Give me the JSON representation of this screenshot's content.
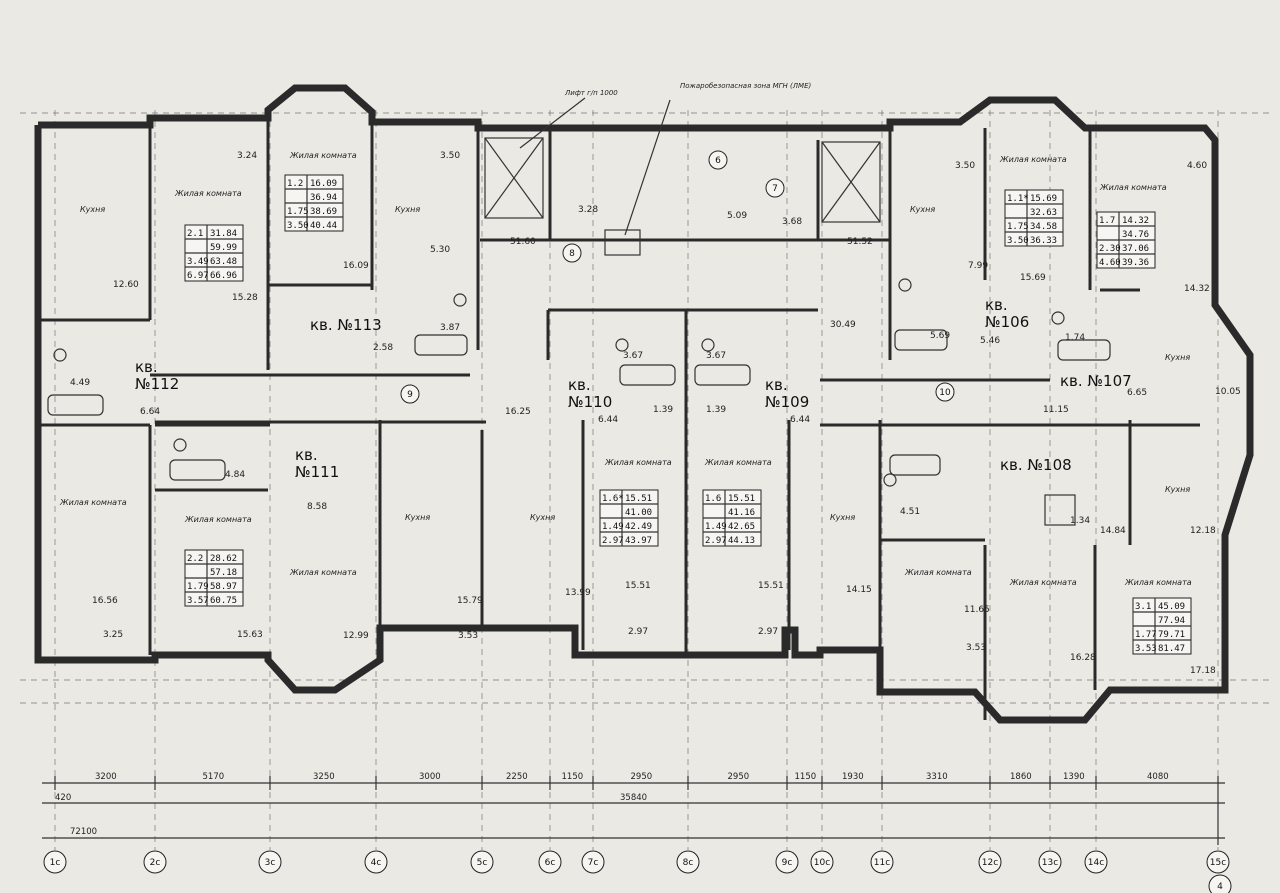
{
  "plan": {
    "apartments": [
      {
        "key": "a112",
        "label": "кв.\n№112"
      },
      {
        "key": "a113",
        "label": "кв. №113"
      },
      {
        "key": "a111",
        "label": "кв.\n№111"
      },
      {
        "key": "a110",
        "label": "кв.\n№110"
      },
      {
        "key": "a109",
        "label": "кв.\n№109"
      },
      {
        "key": "a106",
        "label": "кв.\n№106"
      },
      {
        "key": "a107",
        "label": "кв. №107"
      },
      {
        "key": "a108",
        "label": "кв. №108"
      }
    ],
    "room_labels": {
      "kitchen": "Кухня",
      "living": "Жилая комната"
    },
    "tables": [
      {
        "key": "t21",
        "rows": [
          [
            "2.1",
            "31.84"
          ],
          [
            "",
            "59.99"
          ],
          [
            "3.49",
            "63.48"
          ],
          [
            "6.97",
            "66.96"
          ]
        ]
      },
      {
        "key": "t12",
        "rows": [
          [
            "1.2",
            "16.09"
          ],
          [
            "",
            "36.94"
          ],
          [
            "1.75",
            "38.69"
          ],
          [
            "3.50",
            "40.44"
          ]
        ]
      },
      {
        "key": "t11",
        "rows": [
          [
            "1.1*",
            "15.69"
          ],
          [
            "",
            "32.63"
          ],
          [
            "1.75",
            "34.58"
          ],
          [
            "3.50",
            "36.33"
          ]
        ]
      },
      {
        "key": "t17",
        "rows": [
          [
            "1.7",
            "14.32"
          ],
          [
            "",
            "34.76"
          ],
          [
            "2.30",
            "37.06"
          ],
          [
            "4.60",
            "39.36"
          ]
        ]
      },
      {
        "key": "t22",
        "rows": [
          [
            "2.2",
            "28.62"
          ],
          [
            "",
            "57.18"
          ],
          [
            "1.79",
            "58.97"
          ],
          [
            "3.57",
            "60.75"
          ]
        ]
      },
      {
        "key": "t16s",
        "rows": [
          [
            "1.6*",
            "15.51"
          ],
          [
            "",
            "41.00"
          ],
          [
            "1.49",
            "42.49"
          ],
          [
            "2.97",
            "43.97"
          ]
        ]
      },
      {
        "key": "t16",
        "rows": [
          [
            "1.6",
            "15.51"
          ],
          [
            "",
            "41.16"
          ],
          [
            "1.49",
            "42.65"
          ],
          [
            "2.97",
            "44.13"
          ]
        ]
      },
      {
        "key": "t31",
        "rows": [
          [
            "3.1",
            "45.09"
          ],
          [
            "",
            "77.94"
          ],
          [
            "1.77",
            "79.71"
          ],
          [
            "3.53",
            "81.47"
          ]
        ]
      }
    ],
    "areas": [
      "3.24",
      "12.60",
      "15.28",
      "4.49",
      "6.64",
      "16.09",
      "2.58",
      "3.87",
      "3.50",
      "5.30",
      "3.28",
      "51.60",
      "5.09",
      "3.68",
      "51.52",
      "30.49",
      "3.67",
      "3.67",
      "6.44",
      "6.44",
      "1.39",
      "1.39",
      "16.25",
      "3.50",
      "7.99",
      "5.69",
      "5.46",
      "15.69",
      "4.60",
      "14.32",
      "1.74",
      "6.65",
      "10.05",
      "11.15",
      "4.84",
      "8.58",
      "16.56",
      "3.25",
      "15.63",
      "12.99",
      "15.79",
      "3.53",
      "13.99",
      "15.51",
      "15.51",
      "2.97",
      "2.97",
      "14.15",
      "4.51",
      "11.65",
      "3.53",
      "16.28",
      "1.34",
      "14.84",
      "12.18",
      "17.18"
    ],
    "corridors": [
      "8",
      "9",
      "10",
      "6",
      "7"
    ],
    "notes": {
      "lift": "Лифт г/п 1000",
      "fire_zone": "Пожаробезопасная зона МГН (ЛМЕ)"
    },
    "dimensions": {
      "spans": [
        "3200",
        "5170",
        "3250",
        "3000",
        "2250",
        "1150",
        "2950",
        "2950",
        "1150",
        "1930",
        "3310",
        "1860",
        "1390",
        "4080"
      ],
      "offset": "420",
      "total_inner": "35840",
      "total": "72100"
    },
    "axes": [
      "1с",
      "2с",
      "3с",
      "4с",
      "5с",
      "6с",
      "7с",
      "8с",
      "9с",
      "10с",
      "11с",
      "12с",
      "13с",
      "14с",
      "15с",
      "4"
    ]
  }
}
